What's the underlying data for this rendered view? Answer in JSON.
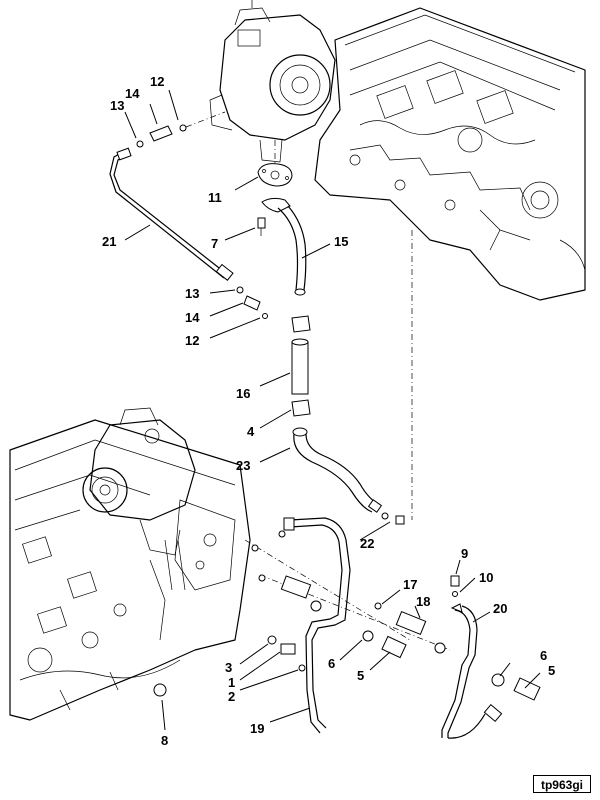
{
  "document_code": "tp963gi",
  "callouts": [
    {
      "id": "c12a",
      "label": "12"
    },
    {
      "id": "c14a",
      "label": "14"
    },
    {
      "id": "c13a",
      "label": "13"
    },
    {
      "id": "c11",
      "label": "11"
    },
    {
      "id": "c7",
      "label": "7"
    },
    {
      "id": "c15",
      "label": "15"
    },
    {
      "id": "c21",
      "label": "21"
    },
    {
      "id": "c13b",
      "label": "13"
    },
    {
      "id": "c14b",
      "label": "14"
    },
    {
      "id": "c12b",
      "label": "12"
    },
    {
      "id": "c16",
      "label": "16"
    },
    {
      "id": "c4",
      "label": "4"
    },
    {
      "id": "c23",
      "label": "23"
    },
    {
      "id": "c22",
      "label": "22"
    },
    {
      "id": "c9",
      "label": "9"
    },
    {
      "id": "c10",
      "label": "10"
    },
    {
      "id": "c17",
      "label": "17"
    },
    {
      "id": "c18",
      "label": "18"
    },
    {
      "id": "c20",
      "label": "20"
    },
    {
      "id": "c3",
      "label": "3"
    },
    {
      "id": "c6a",
      "label": "6"
    },
    {
      "id": "c6b",
      "label": "6"
    },
    {
      "id": "c1",
      "label": "1"
    },
    {
      "id": "c2",
      "label": "2"
    },
    {
      "id": "c5a",
      "label": "5"
    },
    {
      "id": "c5b",
      "label": "5"
    },
    {
      "id": "c19",
      "label": "19"
    },
    {
      "id": "c8",
      "label": "8"
    }
  ]
}
